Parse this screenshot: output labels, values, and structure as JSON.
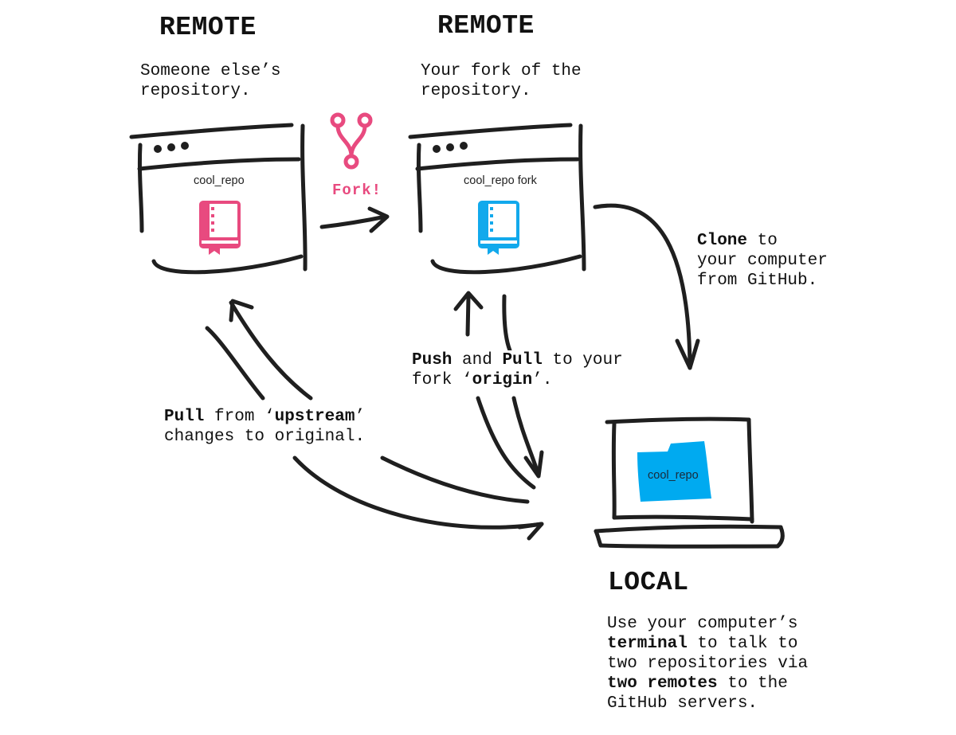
{
  "colors": {
    "ink": "#1f1f1f",
    "fork_pink": "#e84a7f",
    "fork_blue": "#12a9ec",
    "folder_blue": "#00aaf0"
  },
  "remote_original": {
    "heading": "REMOTE",
    "desc_line1": "Someone else’s",
    "desc_line2": "repository.",
    "repo_name": "cool_repo",
    "icon": "repo-book-icon"
  },
  "fork_step": {
    "label": "Fork!",
    "icon": "git-fork-icon"
  },
  "remote_fork": {
    "heading": "REMOTE",
    "desc_line1": "Your fork of the",
    "desc_line2": "repository.",
    "repo_name": "cool_repo fork",
    "icon": "repo-book-icon"
  },
  "clone_step": {
    "bold": "Clone",
    "rest_line1": " to",
    "line2": "your computer",
    "line3": "from GitHub."
  },
  "push_pull_step": {
    "bold1": "Push",
    "mid1": " and ",
    "bold2": "Pull",
    "rest_line1": " to your",
    "line2_pre": "fork ‘",
    "line2_bold": "origin",
    "line2_post": "’."
  },
  "pull_upstream_step": {
    "bold1": "Pull",
    "mid1": " from ‘",
    "bold2": "upstream",
    "post1": "’",
    "line2": "changes to original."
  },
  "local": {
    "heading": "LOCAL",
    "line1": "Use your computer’s",
    "line2_bold": "terminal",
    "line2_rest": " to talk to",
    "line3": "two repositories via",
    "line4_bold": "two remotes",
    "line4_rest": " to the",
    "line5": "GitHub servers.",
    "folder_name": "cool_repo",
    "icon": "laptop-icon"
  }
}
